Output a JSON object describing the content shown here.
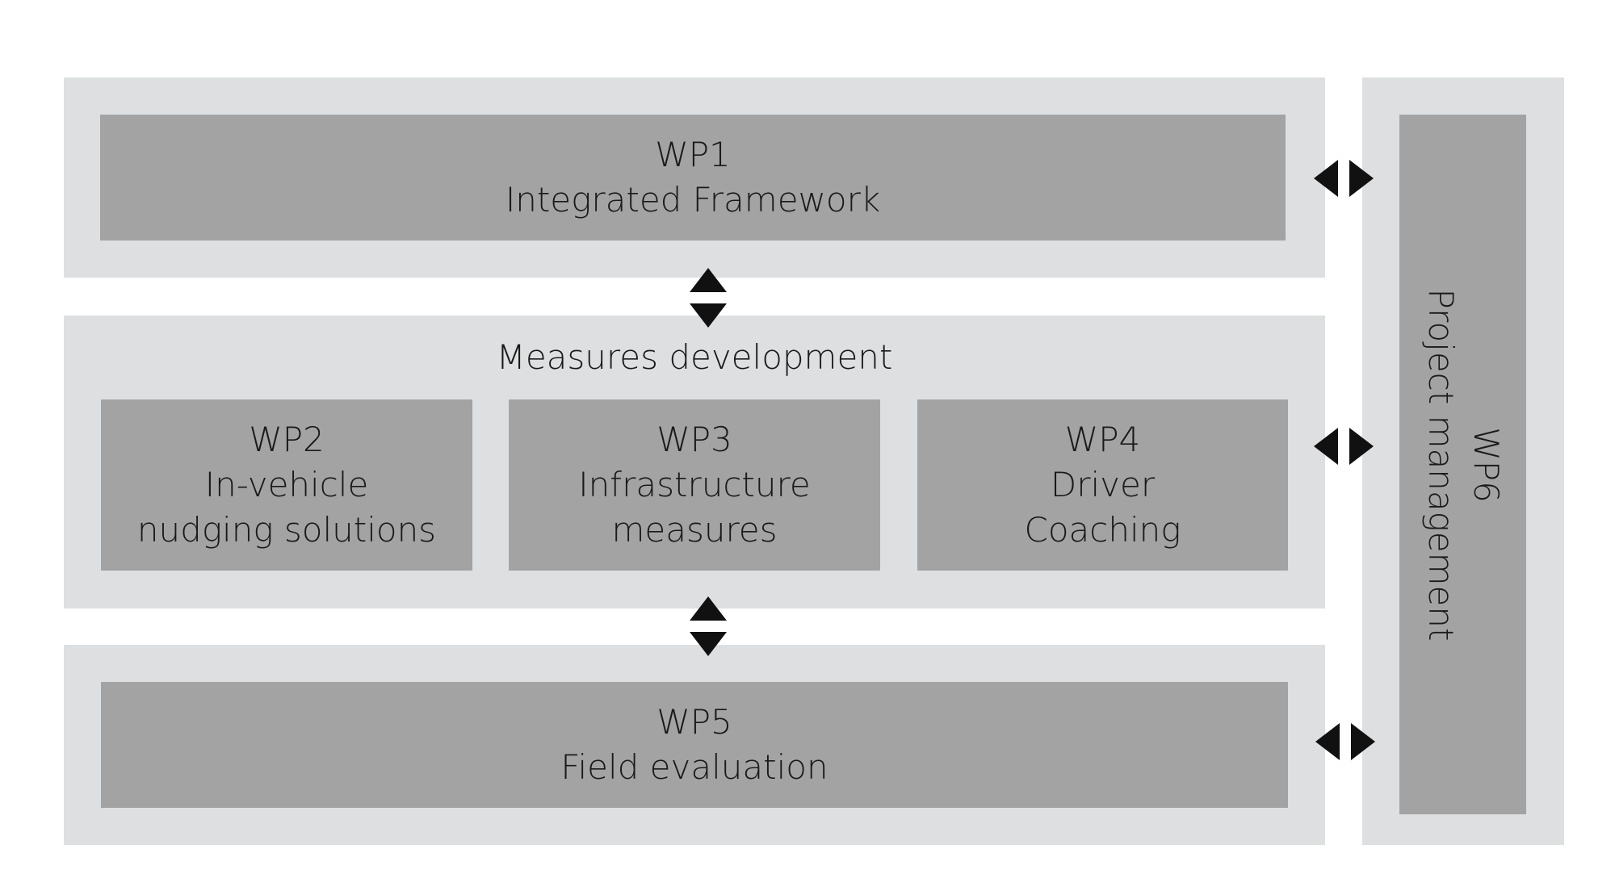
{
  "wp1": {
    "code": "WP1",
    "title": "Integrated Framework"
  },
  "measures": {
    "title": "Measures development",
    "wp2": {
      "code": "WP2",
      "line1": "In-vehicle",
      "line2": "nudging solutions"
    },
    "wp3": {
      "code": "WP3",
      "line1": "Infrastructure",
      "line2": "measures"
    },
    "wp4": {
      "code": "WP4",
      "line1": "Driver",
      "line2": "Coaching"
    }
  },
  "wp5": {
    "code": "WP5",
    "title": "Field evaluation"
  },
  "wp6": {
    "code": "WP6",
    "title": "Project management"
  },
  "colors": {
    "panel": "#dedfe0",
    "box": "#a3a3a3",
    "arrow": "#111111"
  }
}
